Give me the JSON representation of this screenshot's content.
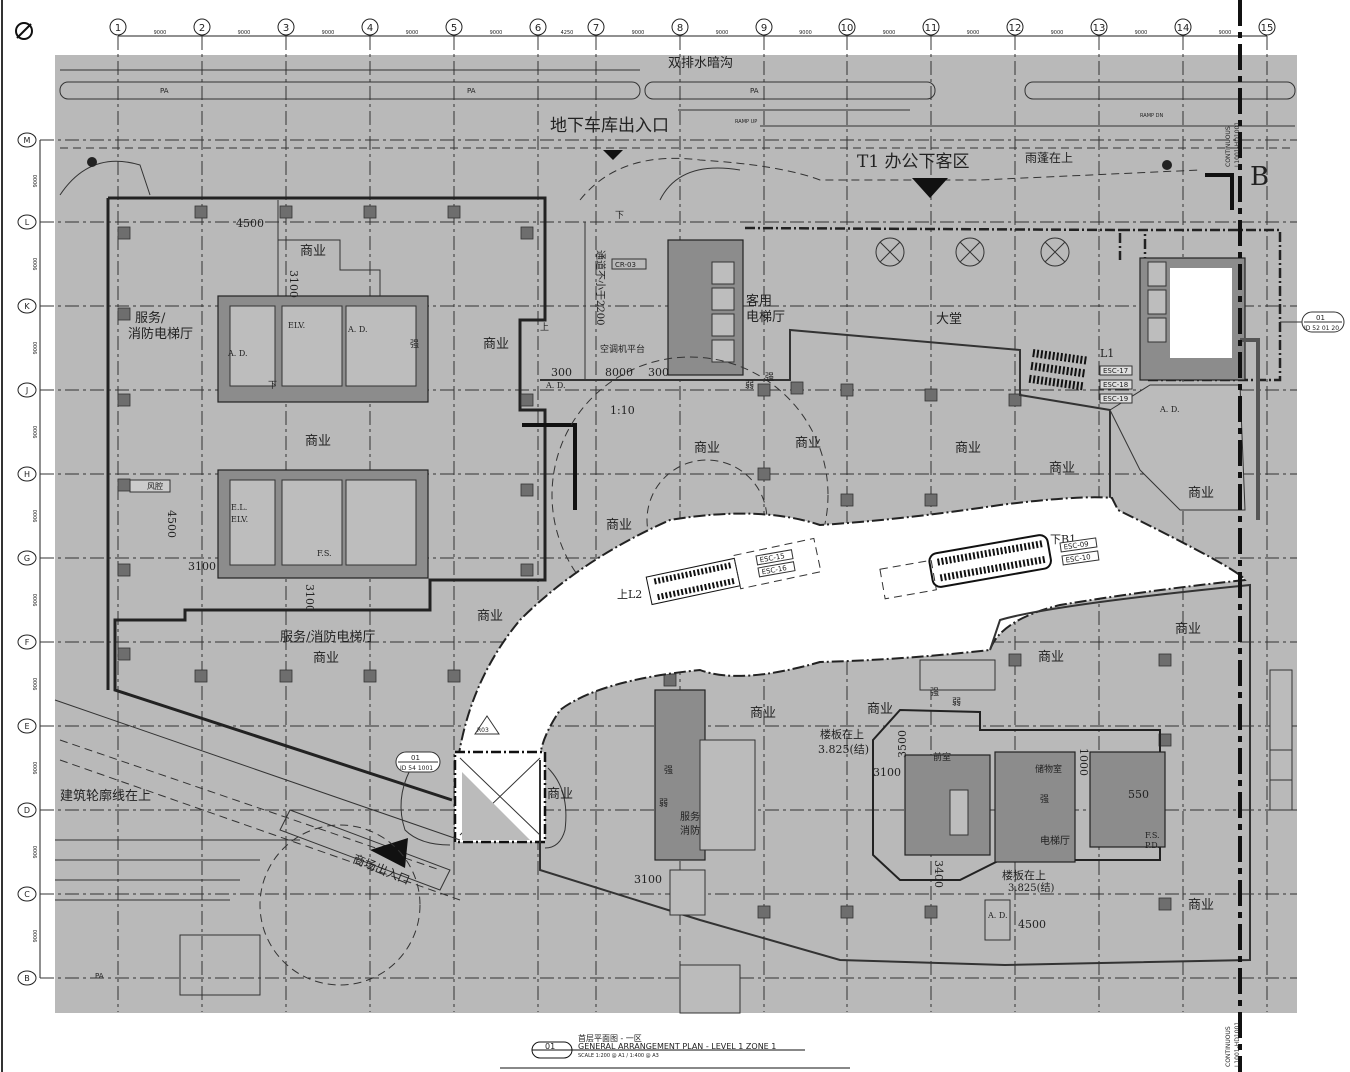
{
  "grid": {
    "columns": [
      "1",
      "2",
      "3",
      "4",
      "5",
      "6",
      "7",
      "8",
      "9",
      "10",
      "11",
      "12",
      "13",
      "14",
      "15"
    ],
    "column_spacings": [
      "9000",
      "9000",
      "9000",
      "9000",
      "9000",
      "4250",
      "9000",
      "9000",
      "9000",
      "9000",
      "9000",
      "9000",
      "9000",
      "9000"
    ],
    "rows": [
      "M",
      "L",
      "K",
      "J",
      "H",
      "G",
      "F",
      "E",
      "D",
      "C",
      "B"
    ],
    "row_spacings": [
      "9000",
      "9000",
      "9000",
      "9000",
      "9000",
      "9000",
      "9000",
      "9000",
      "9000",
      "9000"
    ]
  },
  "site": {
    "drain": "双排水暗沟",
    "parking": "PA",
    "garage_entrance": "地下车库出入口",
    "ramp_up": "RAMP UP",
    "ramp_dn": "RAMP DN",
    "dropoff": "T1  办公下客区",
    "canopy": "雨蓬在上",
    "section_marker": "B",
    "outline_above": "建筑轮廓线在上",
    "mall_entrance": "商场出入口",
    "continuous_zh": "衔接",
    "continuous": "CONTINUOUS",
    "continuous_ref": "L1001-HD1001"
  },
  "rooms": {
    "retail": "商业",
    "service_lift_lobby_1": "服务/",
    "service_lift_lobby_2": "消防电梯厅",
    "service_lift_lobby": "服务/消防电梯厅",
    "passenger_lift_1": "客用",
    "passenger_lift_2": "电梯厅",
    "lobby": "大堂",
    "ac_platform": "空调机平台",
    "corridor": "通道不小于2200",
    "cr": "CR-03",
    "air_chamber": "风腔",
    "anteroom": "前室",
    "storage": "储物室",
    "strong": "强",
    "weak": "弱",
    "elv": "ELV.",
    "el": "E.L.",
    "ad": "A. D.",
    "fs": "F.S.",
    "pd": "P.D.",
    "up": "上",
    "down": "下",
    "slab_above": "楼板在上",
    "slab_level": "3.825(结)",
    "svc_a": "服务",
    "svc_b": "消防",
    "svc_c": "电梯厅"
  },
  "dimensions": {
    "d4500": "4500",
    "d3100": "3100",
    "d3500": "3500",
    "d3400": "3400",
    "d300": "300",
    "d8000": "8000",
    "d1000": "1000",
    "d550": "550",
    "ratio": "1:10"
  },
  "escalators": {
    "up_l2": "上L2",
    "down_b1": "下B1",
    "l1": "L1",
    "esc15": "ESC-15",
    "esc16": "ESC-16",
    "esc09": "ESC-09",
    "esc10": "ESC-10",
    "esc17": "ESC-17",
    "esc18": "ESC-18",
    "esc19": "ESC-19"
  },
  "callouts": {
    "ref1_num": "01",
    "ref1_sheet": "ID 54 1001",
    "ref2_num": "01",
    "ref2_sheet": "ID 52 01 20",
    "revision": "R03"
  },
  "title_block": {
    "number": "01",
    "title_zh": "首层平面图 - 一区",
    "title_en": "GENERAL ARRANGEMENT PLAN - LEVEL 1 ZONE 1",
    "scale": "SCALE 1:200 @ A1 / 1:400 @ A3"
  }
}
